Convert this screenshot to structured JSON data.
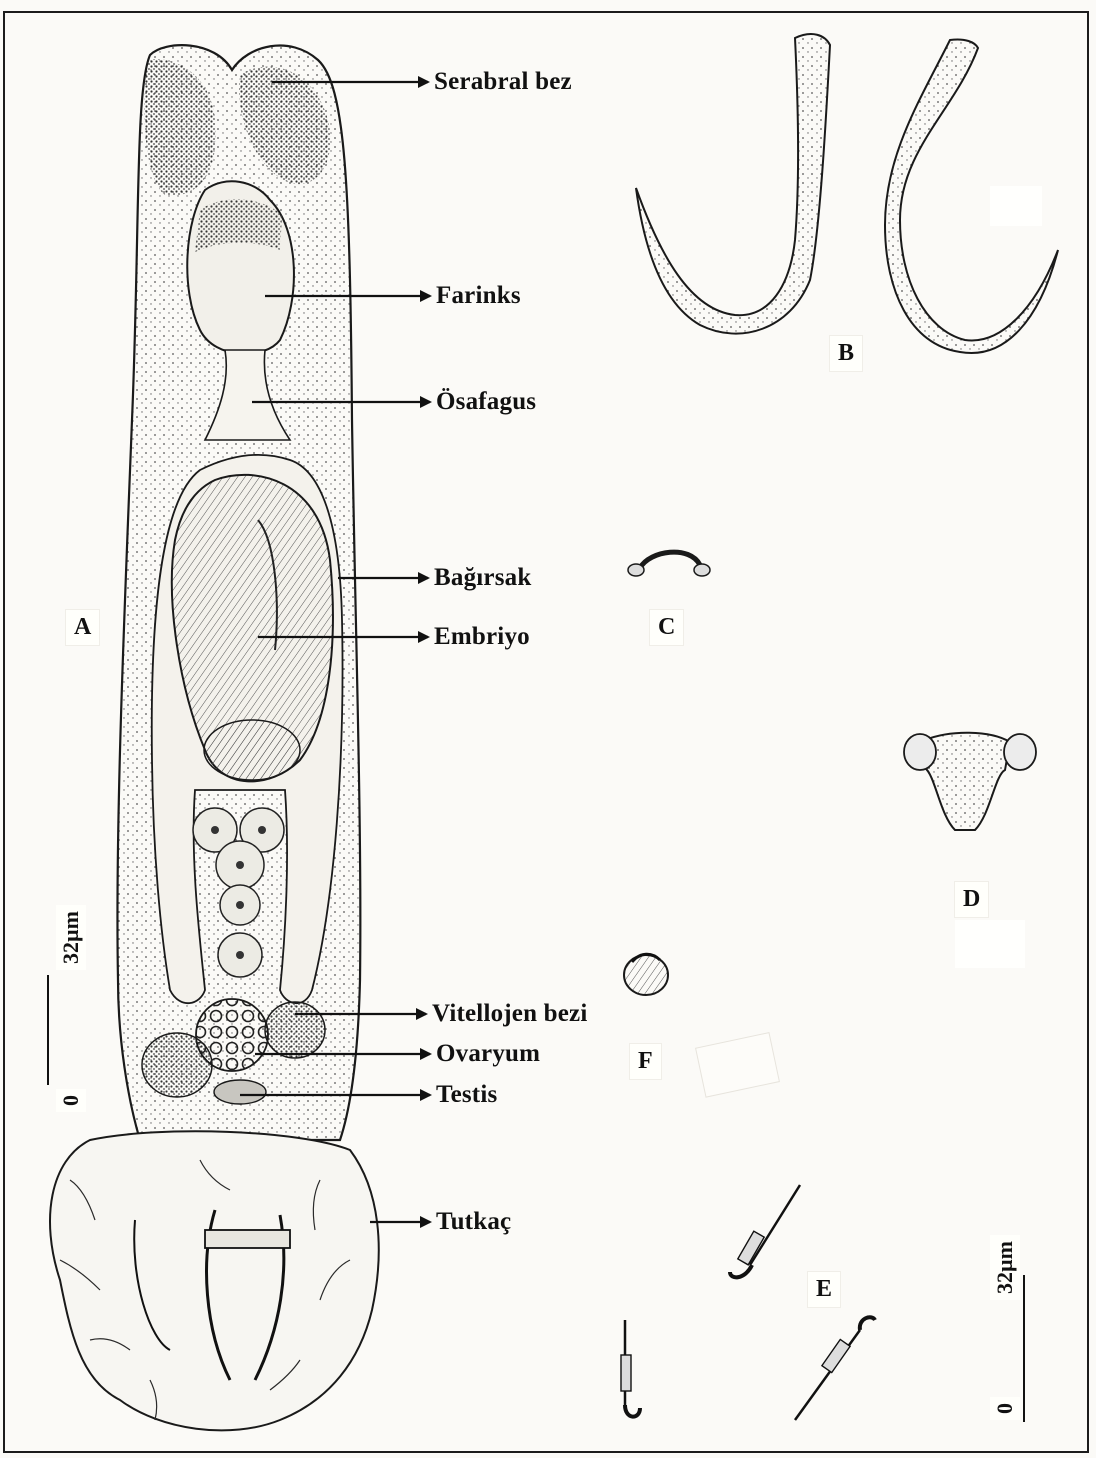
{
  "labels": {
    "serabral_bez": "Serabral bez",
    "farinks": "Farinks",
    "osafagus": "Ösafagus",
    "bagirsak": "Bağırsak",
    "embriyo": "Embriyo",
    "vitellojen_bezi": "Vitellojen bezi",
    "ovaryum": "Ovaryum",
    "testis": "Testis",
    "tutkac": "Tutkaç"
  },
  "panels": {
    "a": "A",
    "b": "B",
    "c": "C",
    "d": "D",
    "e": "E",
    "f": "F"
  },
  "scale_bars": {
    "left_value": "32µm",
    "left_zero": "0",
    "right_value": "32µm",
    "right_zero": "0"
  },
  "colors": {
    "ink": "#1a1a1a",
    "paper": "#fbfaf7",
    "stipple": "#6b6b6b"
  }
}
